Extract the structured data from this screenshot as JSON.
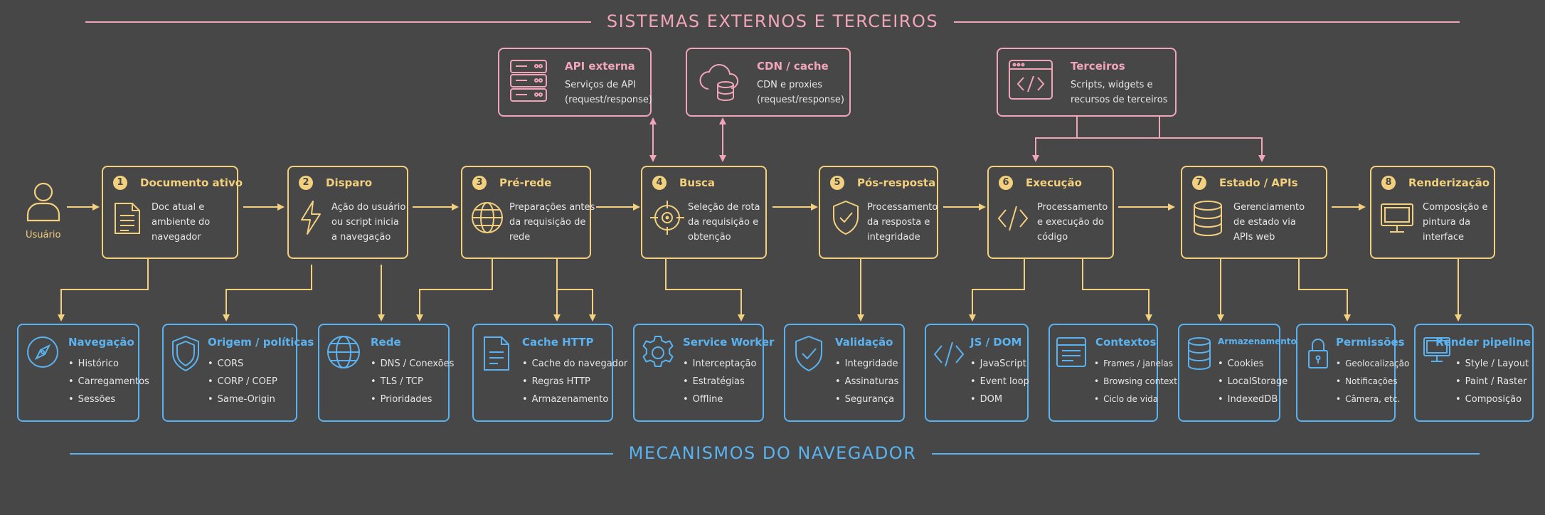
{
  "top_banner": "SISTEMAS EXTERNOS E TERCEIROS",
  "bottom_banner": "MECANISMOS DO NAVEGADOR",
  "user_label": "Usuário",
  "external": [
    {
      "title": "API externa",
      "desc": [
        "Serviços de API",
        "(request/response)"
      ],
      "icon": "server-icon"
    },
    {
      "title": "CDN / cache",
      "desc": [
        "CDN e proxies",
        "(request/response)"
      ],
      "icon": "cloud-database-icon"
    },
    {
      "title": "Terceiros",
      "desc": [
        "Scripts, widgets e",
        "recursos de terceiros"
      ],
      "icon": "code-window-icon"
    }
  ],
  "stages": [
    {
      "n": "1",
      "title": "Documento ativo",
      "desc": [
        "Doc atual e",
        "ambiente do",
        "navegador"
      ],
      "icon": "document-icon"
    },
    {
      "n": "2",
      "title": "Disparo",
      "desc": [
        "Ação do usuário",
        "ou script inicia",
        "a navegação"
      ],
      "icon": "lightning-icon"
    },
    {
      "n": "3",
      "title": "Pré-rede",
      "desc": [
        "Preparações antes",
        "da requisição de",
        "rede"
      ],
      "icon": "globe-icon"
    },
    {
      "n": "4",
      "title": "Busca",
      "desc": [
        "Seleção de rota",
        "da requisição e",
        "obtenção"
      ],
      "icon": "target-icon"
    },
    {
      "n": "5",
      "title": "Pós-resposta",
      "desc": [
        "Processamento",
        "da resposta e",
        "integridade"
      ],
      "icon": "shield-check-icon"
    },
    {
      "n": "6",
      "title": "Execução",
      "desc": [
        "Processamento",
        "e execução do",
        "código"
      ],
      "icon": "code-icon"
    },
    {
      "n": "7",
      "title": "Estado / APIs",
      "desc": [
        "Gerenciamento",
        "de estado via",
        "APIs web"
      ],
      "icon": "database-icon"
    },
    {
      "n": "8",
      "title": "Renderização",
      "desc": [
        "Composição e",
        "pintura da",
        "interface"
      ],
      "icon": "monitor-icon"
    }
  ],
  "mechanisms": [
    {
      "title": "Navegação",
      "items": [
        "Histórico",
        "Carregamentos",
        "Sessões"
      ],
      "icon": "compass-icon"
    },
    {
      "title": "Origem / políticas",
      "items": [
        "CORS",
        "CORP / COEP",
        "Same-Origin"
      ],
      "icon": "shield-icon"
    },
    {
      "title": "Rede",
      "items": [
        "DNS / Conexões",
        "TLS / TCP",
        "Prioridades"
      ],
      "icon": "globe-icon"
    },
    {
      "title": "Cache HTTP",
      "items": [
        "Cache do navegador",
        "Regras HTTP",
        "Armazenamento"
      ],
      "icon": "file-icon"
    },
    {
      "title": "Service Worker",
      "items": [
        "Interceptação",
        "Estratégias",
        "Offline"
      ],
      "icon": "gear-icon"
    },
    {
      "title": "Validação",
      "items": [
        "Integridade",
        "Assinaturas",
        "Segurança"
      ],
      "icon": "shield-check-icon"
    },
    {
      "title": "JS / DOM",
      "items": [
        "JavaScript",
        "Event loop",
        "DOM"
      ],
      "icon": "code-icon"
    },
    {
      "title": "Contextos",
      "items": [
        "Frames / janelas",
        "Browsing context",
        "Ciclo de vida"
      ],
      "icon": "window-icon"
    },
    {
      "title": "Armazenamento",
      "items": [
        "Cookies",
        "LocalStorage",
        "IndexedDB"
      ],
      "icon": "database-icon"
    },
    {
      "title": "Permissões",
      "items": [
        "Geolocalização",
        "Notificações",
        "Câmera, etc."
      ],
      "icon": "lock-icon"
    },
    {
      "title": "Render pipeline",
      "items": [
        "Style / Layout",
        "Paint / Raster",
        "Composição"
      ],
      "icon": "monitor-icon"
    }
  ],
  "colors": {
    "stage": "#f2d07e",
    "external": "#f1a5ba",
    "mechanism": "#5ab3f0",
    "background": "#474747"
  }
}
